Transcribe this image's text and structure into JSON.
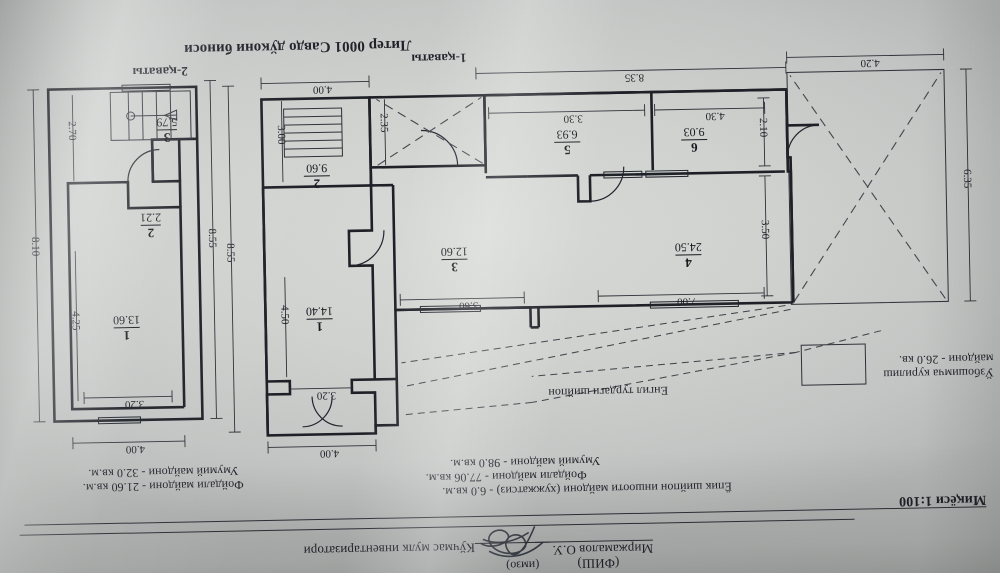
{
  "document": {
    "kind": "technical-floor-plan-photo",
    "language": "uz-Cyrl",
    "rotation_note": "photographed upside down (180°)"
  },
  "header": {
    "inventory_role": "Кўчмас мулк инвентаризатори",
    "inspector_name": "Миржамалов О.У.",
    "fish_caption": "(ФИШ)",
    "imzo_caption": "(имзо)",
    "scale": "Миқёси  1:100"
  },
  "areas": {
    "floor1": [
      "Умумий майдони - 98.0 кв.м.",
      "Фойдали майдони - 77.06 кв.м.",
      "Ёпик шийпон иншооти майдони (хужжатсиз) - 6.0 кв.м."
    ],
    "floor2": [
      "Умумий майдони - 32.0 кв.м.",
      "Фойдали майдони - 21.60 кв.м."
    ],
    "shed_note": "Ўзбошимча курилиш майдони - 26.0 кв.",
    "canopy_note": "Енгил турдаги шийпон"
  },
  "titles": {
    "main": "Литер 0001 Савдо дўкони биноси",
    "floor1": "1-қаваты",
    "floor2": "2-қаваты"
  },
  "rooms": {
    "floor1": [
      {
        "number": "1",
        "area": "14.40"
      },
      {
        "number": "2",
        "area": "9.60"
      },
      {
        "number": "3",
        "area": "12.60"
      },
      {
        "number": "4",
        "area": "24.50"
      },
      {
        "number": "5",
        "area": "6.93"
      },
      {
        "number": "6",
        "area": "9.03"
      }
    ],
    "floor2": [
      {
        "number": "1",
        "area": "13.60"
      },
      {
        "number": "2",
        "area": "2.21"
      },
      {
        "number": "3",
        "area": "5.79"
      }
    ]
  },
  "dimensions": {
    "floor1": [
      "4.20",
      "6.35",
      "8.35",
      "3.50",
      "2.10",
      "7.00",
      "4.30",
      "3.30",
      "3.60",
      "2.35",
      "4.00",
      "3.20",
      "4.50",
      "3.00",
      "8.55",
      "4.00"
    ],
    "floor2": [
      "4.00",
      "3.20",
      "4.25",
      "2.70",
      "8.10",
      "8.55"
    ]
  },
  "colors": {
    "paper": "#d2d5d3",
    "ink": "#1b1e24",
    "thin_ink": "#2b2e35",
    "signature": "#2a2e38"
  }
}
